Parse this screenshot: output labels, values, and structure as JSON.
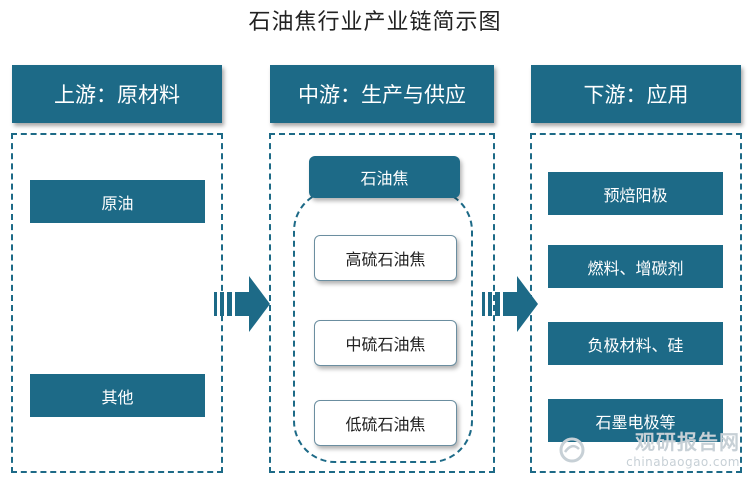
{
  "title": "石油焦行业产业链简示图",
  "upstream": {
    "header": "上游：原材料",
    "items": [
      "原油",
      "其他"
    ]
  },
  "midstream": {
    "header": "中游：生产与供应",
    "main_label": "石油焦",
    "items": [
      "高硫石油焦",
      "中硫石油焦",
      "低硫石油焦"
    ]
  },
  "downstream": {
    "header": "下游：应用",
    "items": [
      "预焙阳极",
      "燃料、增碳剂",
      "负极材料、硅",
      "石墨电极等"
    ]
  },
  "watermark": {
    "name": "观研报告网",
    "url": "chinabaogao.com"
  },
  "colors": {
    "primary": "#1d6a87",
    "watermark": "#c7d0d6"
  }
}
